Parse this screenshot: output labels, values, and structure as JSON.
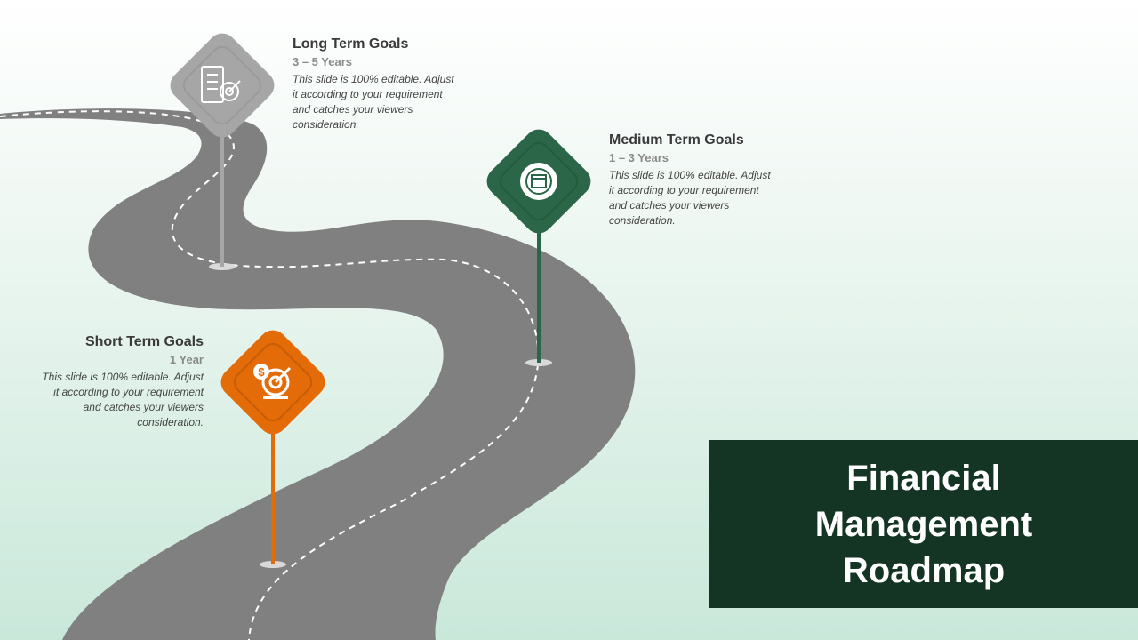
{
  "colors": {
    "road": "#808080",
    "dash": "#ffffff",
    "long_sign": "#a6a6a6",
    "medium_sign": "#2b6648",
    "short_sign": "#e36c09",
    "title_bg": "#143424",
    "title_text": "#ffffff"
  },
  "goals": {
    "long": {
      "title": "Long Term Goals",
      "years": "3 – 5 Years",
      "desc_lines": [
        "This slide is 100% editable. Adjust",
        "it according to your requirement",
        "and catches your viewers",
        "consideration."
      ],
      "icon": "checklist-target-icon"
    },
    "medium": {
      "title": "Medium Term Goals",
      "years": "1 – 3 Years",
      "desc_lines": [
        "This slide is 100% editable. Adjust",
        "it according to your requirement",
        "and catches your viewers",
        "consideration."
      ],
      "icon": "calendar-target-icon"
    },
    "short": {
      "title": "Short Term Goals",
      "years": "1 Year",
      "desc_lines": [
        "This slide is 100% editable. Adjust",
        "it according to your requirement",
        "and catches your viewers",
        "consideration."
      ],
      "icon": "dollar-target-icon"
    }
  },
  "title_lines": [
    "Financial",
    "Management",
    "Roadmap"
  ]
}
